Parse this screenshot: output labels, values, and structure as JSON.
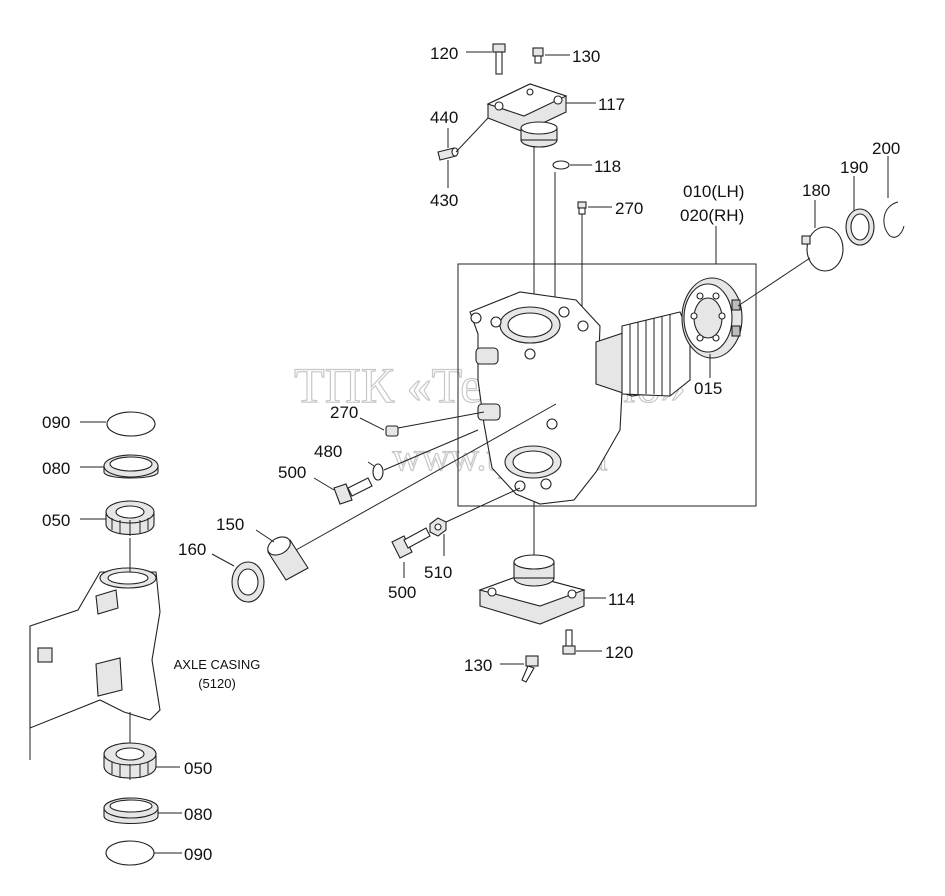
{
  "watermark": {
    "line1": "ТПК «Техно-Сиб»",
    "line2": "www.tpkts.ru"
  },
  "casing": {
    "name": "AXLE CASING",
    "ref": "(5120)"
  },
  "callouts": {
    "c120_top": "120",
    "c130_top": "130",
    "c117": "117",
    "c440": "440",
    "c430": "430",
    "c118": "118",
    "c270_top": "270",
    "c010": "010(LH)",
    "c020": "020(RH)",
    "c180": "180",
    "c190": "190",
    "c200": "200",
    "c015": "015",
    "c270_mid": "270",
    "c480": "480",
    "c500_left": "500",
    "c150": "150",
    "c160": "160",
    "c500_bottom": "500",
    "c510": "510",
    "c114": "114",
    "c120_bottom": "120",
    "c130_bottom": "130",
    "c090_top": "090",
    "c080_top": "080",
    "c050_top": "050",
    "c050_bottom": "050",
    "c080_bottom": "080",
    "c090_bottom": "090"
  },
  "colors": {
    "line": "#222222",
    "watermark": "#c8c8c8",
    "shade": "#e6e6e6"
  }
}
